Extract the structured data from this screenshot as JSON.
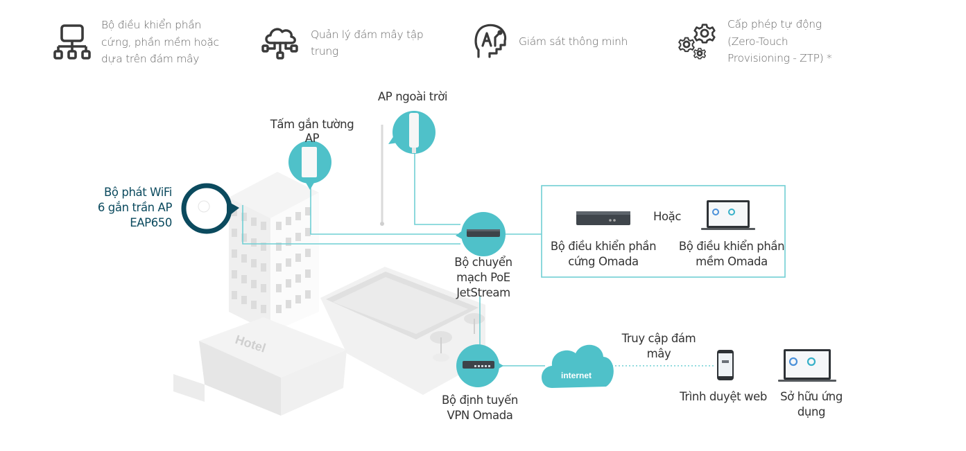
{
  "features": [
    {
      "icon": "network-hierarchy-icon",
      "lines": [
        "Bộ điều khiển phần",
        "cứng, phần mềm hoặc",
        "dựa trên đám mây"
      ]
    },
    {
      "icon": "cloud-network-icon",
      "lines": [
        "Quản lý đám mây tập",
        "trung"
      ]
    },
    {
      "icon": "ai-head-icon",
      "lines": [
        "Giám sát thông minh"
      ]
    },
    {
      "icon": "gears-icon",
      "lines": [
        "Cấp phép tự động",
        "(Zero-Touch",
        "Provisioning - ZTP) *"
      ]
    }
  ],
  "diagram": {
    "outdoor_ap": {
      "lines": [
        "AP ngoài trời"
      ]
    },
    "wall_plate_ap": {
      "lines": [
        "Tấm gắn tường",
        "AP"
      ]
    },
    "ceiling_ap": {
      "lines": [
        "Bộ phát WiFi",
        "6 gắn trần AP",
        "EAP650"
      ]
    },
    "poe_switch": {
      "lines": [
        "Bộ chuyển",
        "mạch PoE",
        "JetStream"
      ]
    },
    "controller_box": {
      "or_label": "Hoặc",
      "hardware": {
        "lines": [
          "Bộ điều khiển phần",
          "cứng Omada"
        ]
      },
      "software": {
        "lines": [
          "Bộ điều khiển phần",
          "mềm Omada"
        ]
      }
    },
    "vpn_router": {
      "lines": [
        "Bộ định tuyến",
        "VPN Omada"
      ]
    },
    "internet": {
      "label": "internet"
    },
    "cloud_access": {
      "lines": [
        "Truy cập đám",
        "mây"
      ]
    },
    "web_browser": {
      "lines": [
        "Trình duyệt web"
      ]
    },
    "app": {
      "lines": [
        "Sở hữu ứng",
        "dụng"
      ]
    },
    "building_sign": "Hotel"
  },
  "colors": {
    "accent": "#4fc1c9",
    "dark_ring": "#0b4a5e",
    "line": "#6fcfd4",
    "icon": "#3a3a3a",
    "building": "#e9e9e9"
  }
}
